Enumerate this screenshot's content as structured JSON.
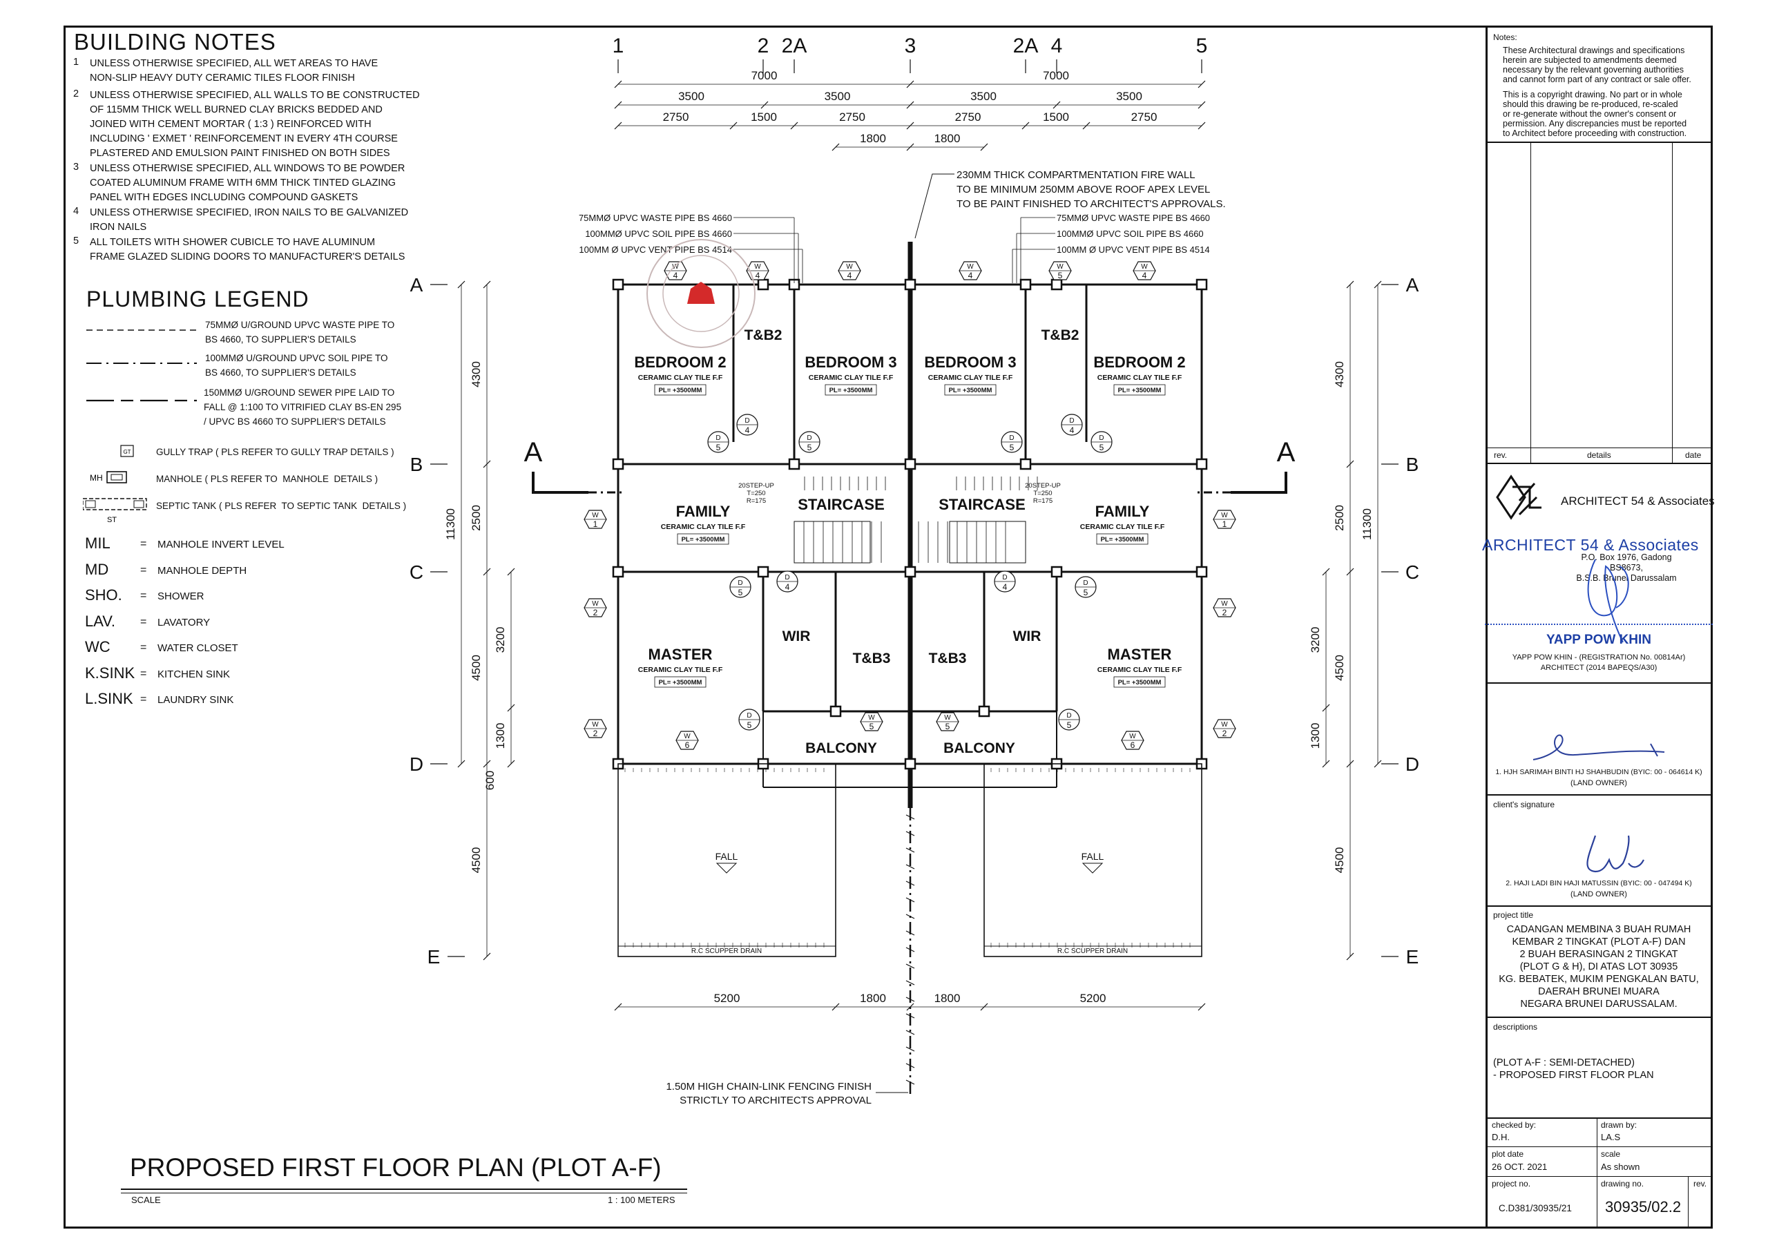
{
  "building_notes": {
    "title": "BUILDING NOTES",
    "items": [
      {
        "num": "1",
        "lines": [
          "UNLESS OTHERWISE SPECIFIED, ALL WET AREAS TO HAVE",
          "NON-SLIP HEAVY DUTY CERAMIC TILES FLOOR FINISH"
        ]
      },
      {
        "num": "2",
        "lines": [
          "UNLESS OTHERWISE SPECIFIED, ALL WALLS TO BE CONSTRUCTED",
          "OF 115MM THICK WELL BURNED CLAY BRICKS BEDDED AND",
          "JOINED WITH CEMENT MORTAR ( 1:3 ) REINFORCED WITH",
          "INCLUDING ' EXMET ' REINFORCEMENT IN EVERY 4TH COURSE",
          "PLASTERED AND EMULSION PAINT FINISHED ON BOTH SIDES"
        ]
      },
      {
        "num": "3",
        "lines": [
          "UNLESS OTHERWISE SPECIFIED, ALL WINDOWS TO BE POWDER",
          "COATED ALUMINUM FRAME WITH 6MM THICK TINTED GLAZING",
          "PANEL WITH EDGES INCLUDING COMPOUND GASKETS"
        ]
      },
      {
        "num": "4",
        "lines": [
          "UNLESS OTHERWISE SPECIFIED, IRON NAILS TO BE GALVANIZED",
          "IRON NAILS"
        ]
      },
      {
        "num": "5",
        "lines": [
          "ALL TOILETS WITH SHOWER CUBICLE TO HAVE ALUMINUM",
          "FRAME GLAZED SLIDING DOORS TO MANUFACTURER'S DETAILS"
        ]
      }
    ]
  },
  "plumbing_legend": {
    "title": "PLUMBING LEGEND",
    "pipes": [
      [
        "75MMØ U/GROUND UPVC WASTE PIPE TO",
        "BS 4660, TO SUPPLIER'S DETAILS"
      ],
      [
        "100MMØ U/GROUND UPVC SOIL PIPE TO",
        "BS 4660, TO SUPPLIER'S DETAILS"
      ],
      [
        "150MMØ U/GROUND SEWER PIPE LAID TO",
        "FALL @ 1:100 TO VITRIFIED CLAY BS-EN 295",
        "/ UPVC BS 4660 TO SUPPLIER'S DETAILS"
      ]
    ],
    "symbols": [
      {
        "tag": "GT",
        "text": "GULLY TRAP ( PLS REFER TO GULLY TRAP DETAILS )"
      },
      {
        "tag": "MH",
        "text": "MANHOLE ( PLS REFER TO  MANHOLE  DETAILS )"
      },
      {
        "tag": "ST",
        "text": "SEPTIC TANK ( PLS REFER  TO SEPTIC TANK  DETAILS )"
      }
    ],
    "abbreviations": [
      {
        "abbr": "MIL",
        "meaning": "MANHOLE INVERT LEVEL"
      },
      {
        "abbr": "MD",
        "meaning": "MANHOLE DEPTH"
      },
      {
        "abbr": "SHO.",
        "meaning": "SHOWER"
      },
      {
        "abbr": "LAV.",
        "meaning": "LAVATORY"
      },
      {
        "abbr": "WC",
        "meaning": "WATER CLOSET"
      },
      {
        "abbr": "K.SINK",
        "meaning": "KITCHEN SINK"
      },
      {
        "abbr": "L.SINK",
        "meaning": "LAUNDRY SINK"
      }
    ]
  },
  "plan": {
    "grid_cols": [
      "1",
      "2",
      "2A",
      "3",
      "2A",
      "4",
      "5"
    ],
    "grid_rows": [
      "A",
      "B",
      "C",
      "D",
      "E"
    ],
    "dims_top_1": [
      "7000",
      "7000"
    ],
    "dims_top_2": [
      "3500",
      "3500",
      "3500",
      "3500"
    ],
    "dims_top_3": [
      "2750",
      "1500",
      "2750",
      "2750",
      "1500",
      "2750"
    ],
    "dims_top_4": [
      "1800",
      "1800"
    ],
    "dims_bottom": [
      "5200",
      "1800",
      "1800",
      "5200"
    ],
    "dims_side": [
      "4300",
      "2500",
      "3200",
      "4500",
      "1300",
      "600",
      "4500"
    ],
    "dims_side_total": "11300",
    "section_mark": "A",
    "rooms": {
      "bedroom2": "BEDROOM 2",
      "bedroom3": "BEDROOM 3",
      "tb2": "T&B2",
      "tb3": "T&B3",
      "family": "FAMILY",
      "staircase": "STAIRCASE",
      "master": "MASTER",
      "wir": "WIR",
      "balcony": "BALCONY",
      "finish": "CERAMIC CLAY TILE F.F",
      "level": "PL= +3500MM",
      "fall": "FALL",
      "drain": "R.C SCUPPER DRAIN"
    },
    "stair_note": [
      "20STEP-UP",
      "T=250",
      "R=175"
    ],
    "annotations": {
      "firewall": [
        "230MM THICK COMPARTMENTATION FIRE WALL",
        "TO BE MINIMUM 250MM ABOVE ROOF APEX LEVEL",
        "TO BE PAINT FINISHED TO ARCHITECT'S APPROVALS."
      ],
      "pipes": [
        "75MMØ UPVC WASTE PIPE BS 4660",
        "100MMØ UPVC SOIL PIPE BS 4660",
        "100MM Ø UPVC VENT PIPE BS 4514"
      ],
      "fence": [
        "1.50M HIGH CHAIN-LINK FENCING FINISH",
        "STRICTLY TO ARCHITECTS APPROVAL"
      ]
    },
    "window_tag": "W",
    "door_tag": "D"
  },
  "drawing_title": {
    "title": "PROPOSED FIRST FLOOR PLAN (PLOT A-F)",
    "scale_label": "SCALE",
    "scale_value": "1 : 100 METERS"
  },
  "title_block": {
    "notes_label": "Notes:",
    "notes_p1": [
      "These Architectural drawings and specifications",
      "herein are subjected to amendments deemed",
      "necessary by the relevant governing authorities",
      "and cannot form part of any contract or sale offer."
    ],
    "notes_p2": [
      "This is a copyright drawing. No part or in whole",
      "should this drawing be re-produced, re-scaled",
      "or re-generate without the owner's consent or",
      "permission. Any discrepancies must be reported",
      "to Architect before proceeding with construction."
    ],
    "rev_headers": [
      "rev.",
      "details",
      "date"
    ],
    "firm_name": "ARCHITECT 54 & Associates",
    "firm_stamp": "ARCHITECT 54 & Associates",
    "firm_address": [
      "P.O. Box 1976, Gadong BS8673,",
      "B.S.B. Brunei Darussalam"
    ],
    "architect": "YAPP POW KHIN",
    "architect_reg": "YAPP POW KHIN  -  (REGISTRATION No. 00814Ar)",
    "architect_cat": "ARCHITECT (2014 BAPEQS/A30)",
    "owner1": "1. HJH SARIMAH BINTI HJ SHAHBUDIN (BYIC: 00 - 064614 K)",
    "owner1_role": "(LAND OWNER)",
    "client_sig_label": "client's signature",
    "owner2": "2. HAJI LADI BIN HAJI MATUSSIN (BYIC: 00 - 047494 K)",
    "owner2_role": "(LAND OWNER)",
    "project_title_label": "project title",
    "project_title": [
      "CADANGAN MEMBINA 3 BUAH RUMAH",
      "KEMBAR 2 TINGKAT (PLOT A-F) DAN",
      "2 BUAH BERASINGAN  2 TINGKAT",
      "(PLOT G & H), DI ATAS LOT 30935",
      "KG. BEBATEK, MUKIM PENGKALAN BATU,",
      "DAERAH BRUNEI MUARA",
      "NEGARA BRUNEI DARUSSALAM."
    ],
    "descriptions_label": "descriptions",
    "descriptions": [
      "(PLOT A-F : SEMI-DETACHED)",
      "- PROPOSED FIRST FLOOR PLAN"
    ],
    "checked_by_label": "checked by:",
    "checked_by": "D.H.",
    "drawn_by_label": "drawn by:",
    "drawn_by": "LA.S",
    "plot_date_label": "plot date",
    "plot_date": "26 OCT. 2021",
    "scale_label": "scale",
    "scale": "As shown",
    "project_no_label": "project no.",
    "project_no": "C.D381/30935/21",
    "drawing_no_label": "drawing no.",
    "drawing_no": "30935/02.2",
    "rev_label": "rev."
  }
}
